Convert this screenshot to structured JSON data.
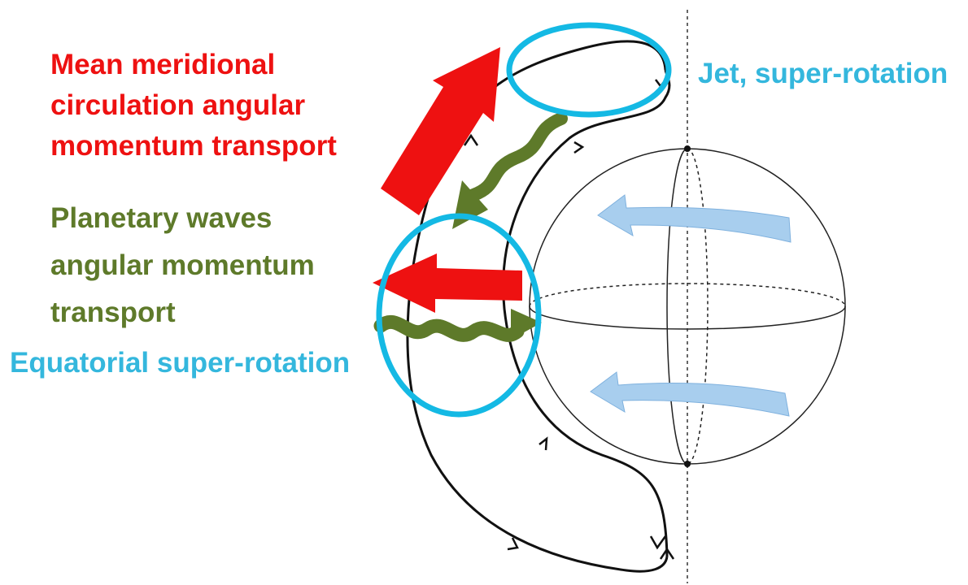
{
  "labels": {
    "mean_meridional": {
      "lines": [
        "Mean meridional",
        "circulation angular",
        "momentum transport"
      ],
      "color": "#ee1111"
    },
    "planetary_waves": {
      "lines": [
        "Planetary waves",
        "angular momentum",
        "transport"
      ],
      "color": "#5e7a2a"
    },
    "jet": {
      "text": "Jet, super-rotation",
      "color": "#34b7dd"
    },
    "equatorial": {
      "text": "Equatorial super-rotation",
      "color": "#34b7dd"
    }
  },
  "colors": {
    "circulation_loop": "#111111",
    "sphere_outline": "#222222",
    "rotation_arrows": "#a8ceee",
    "highlight_ellipse": "#14b9e4",
    "mean_flow_arrow": "#ee1111",
    "wave_arrow": "#5e7a2a"
  }
}
